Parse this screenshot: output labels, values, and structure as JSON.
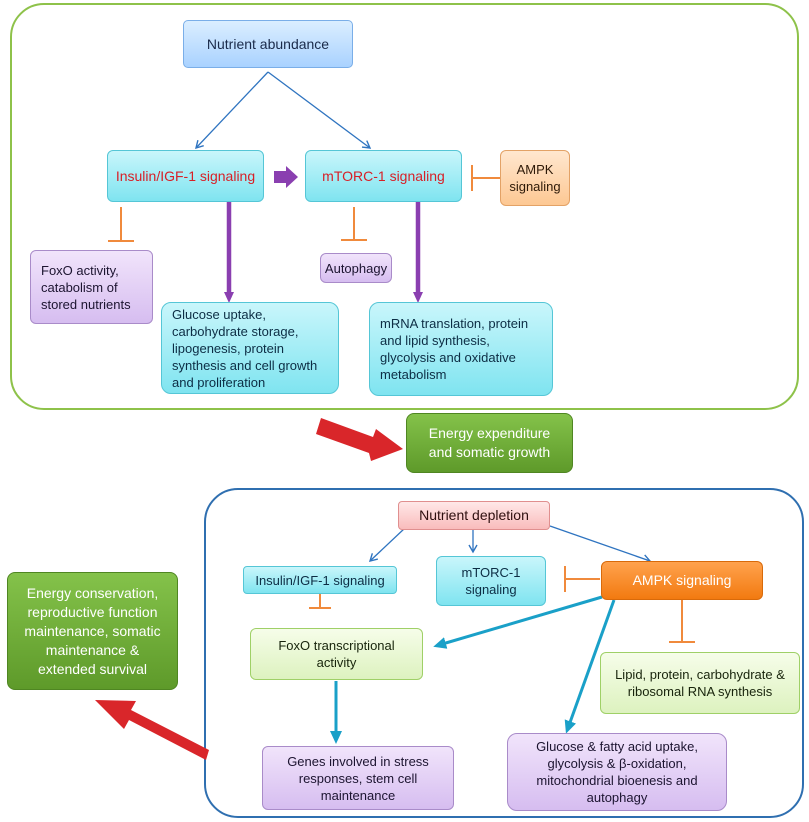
{
  "top": {
    "nutrient_abundance": "Nutrient abundance",
    "insulin_igf1": "Insulin/IGF-1 signaling",
    "mtorc1": "mTORC-1 signaling",
    "ampk": "AMPK signaling",
    "foxo_catabolism": "FoxO activity, catabolism of stored nutrients",
    "autophagy": "Autophagy",
    "glucose_uptake": "Glucose uptake, carbohydrate storage, lipogenesis, protein synthesis and cell growth and proliferation",
    "mrna_translation": "mRNA translation, protein and lipid synthesis, glycolysis and oxidative metabolism",
    "energy_expenditure": "Energy expenditure and somatic growth"
  },
  "bottom": {
    "nutrient_depletion": "Nutrient depletion",
    "insulin_igf1": "Insulin/IGF-1 signaling",
    "mtorc1": "mTORC-1 signaling",
    "ampk": "AMPK signaling",
    "foxo_transcriptional": "FoxO transcriptional activity",
    "lipid_protein": "Lipid, protein, carbohydrate & ribosomal RNA synthesis",
    "genes_stress": "Genes involved in stress responses, stem cell maintenance",
    "glucose_fatty": "Glucose & fatty acid uptake, glycolysis & β-oxidation, mitochondrial bioenesis and autophagy",
    "energy_conservation": "Energy conservation, reproductive function maintenance, somatic maintenance & extended survival"
  },
  "colors": {
    "top_panel_border": "#8ec24a",
    "bottom_panel_border": "#2f6fb0",
    "thin_arrow": "#2f74c0",
    "purple_arrow": "#8a3fb0",
    "inhibit": "#f08a3c",
    "teal_arrow": "#1aa0c8",
    "big_arrow": "#d9262a"
  }
}
